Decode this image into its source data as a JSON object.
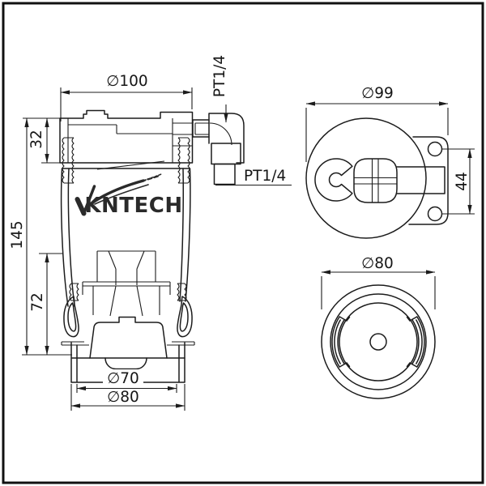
{
  "meta": {
    "background_color": "#ffffff",
    "line_color": "#1c1c1c",
    "border_color": "#111111"
  },
  "logo": {
    "text": "KNTECH"
  },
  "side_view": {
    "labels": {
      "diameter_top": "∅100",
      "port_top": "PT1/4",
      "port_side": "PT1/4",
      "height_upper": "32",
      "height_total": "145",
      "height_lower": "72",
      "diameter_mouth": "∅70",
      "diameter_base": "∅80"
    }
  },
  "back_view": {
    "labels": {
      "diameter": "∅99",
      "hole_spacing": "44"
    }
  },
  "bottom_view": {
    "labels": {
      "diameter": "∅80"
    }
  }
}
